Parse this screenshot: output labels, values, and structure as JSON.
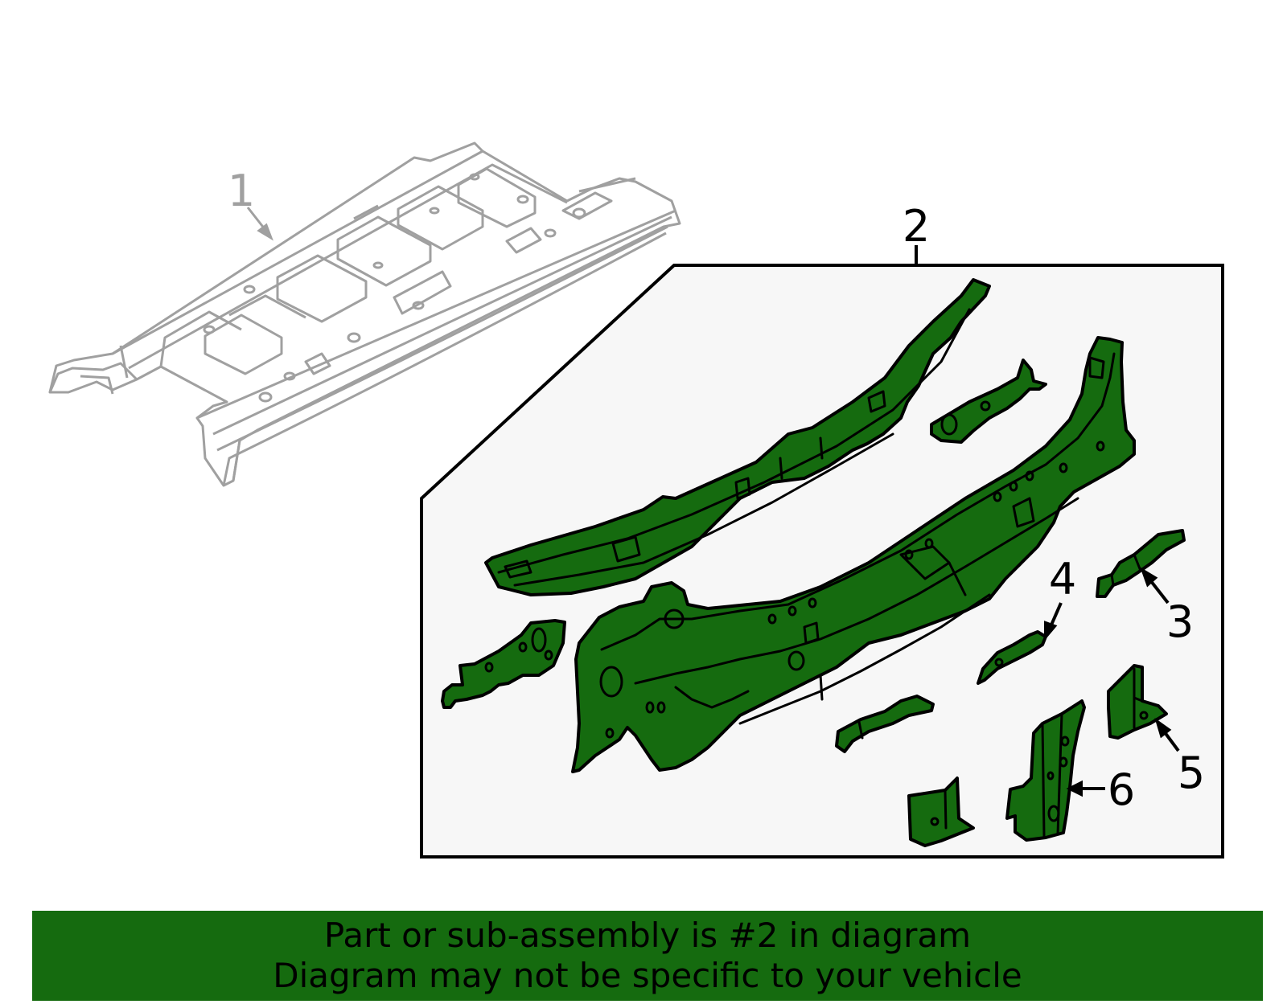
{
  "callouts": {
    "part1": "1",
    "part2": "2",
    "part3": "3",
    "part4": "4",
    "part5": "5",
    "part6": "6"
  },
  "banner": {
    "line1": "Part or sub-assembly is #2 in diagram",
    "line2": "Diagram may not be specific to your vehicle"
  },
  "colors": {
    "highlight_fill": "#156b0f",
    "outline": "#000000",
    "ghost_outline": "#a0a0a0",
    "panel_fill": "#f7f7f7",
    "banner_bg": "#156b0f"
  }
}
